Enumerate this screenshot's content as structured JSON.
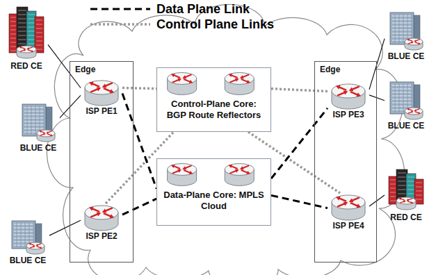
{
  "diagram": {
    "nodes": [
      {
        "text": [
          "RED CE"
        ]
      },
      {
        "text": [
          "BLUE CE"
        ]
      },
      {
        "text": [
          "Edge"
        ]
      },
      {
        "text": [
          "ISP PE1"
        ],
        "in": 2
      },
      {
        "text": [
          "ISP PE2"
        ],
        "in": 2
      },
      {
        "text": [
          "BLUE CE"
        ]
      },
      {
        "text": [
          "Control-Plane Core: BGP Route Reflectors"
        ]
      },
      {
        "text": [
          "Data-Plane Core: MPLS Cloud"
        ]
      },
      {
        "text": [
          "Edge"
        ]
      },
      {
        "text": [
          "ISP PE3"
        ],
        "in": 8
      },
      {
        "text": [
          "ISP PE4"
        ],
        "in": 8
      },
      {
        "text": [
          "BLUE CE"
        ]
      },
      {
        "text": [
          "BLUE CE"
        ]
      },
      {
        "text": [
          "RED CE"
        ]
      }
    ],
    "edges": [
      {
        "from": 0,
        "to": 3,
        "arrow": "none"
      },
      {
        "from": 1,
        "to": 3,
        "arrow": "none"
      },
      {
        "from": 5,
        "to": 4,
        "arrow": "none"
      },
      {
        "from": 9,
        "to": 11,
        "arrow": "none"
      },
      {
        "from": 9,
        "to": 12,
        "arrow": "none"
      },
      {
        "from": 10,
        "to": 13,
        "arrow": "none"
      },
      {
        "from": 3,
        "to": 6,
        "arrow": "none"
      },
      {
        "from": 4,
        "to": 6,
        "arrow": "none"
      },
      {
        "from": 6,
        "to": 9,
        "arrow": "none"
      },
      {
        "from": 6,
        "to": 10,
        "arrow": "none"
      },
      {
        "from": 3,
        "to": 7,
        "arrow": "none"
      },
      {
        "from": 4,
        "to": 7,
        "arrow": "none"
      },
      {
        "from": 7,
        "to": 9,
        "arrow": "none"
      },
      {
        "from": 7,
        "to": 10,
        "arrow": "none"
      }
    ],
    "legend": [
      {
        "text": "Data Plane Link"
      },
      {
        "text": "Control Plane Links"
      }
    ]
  }
}
